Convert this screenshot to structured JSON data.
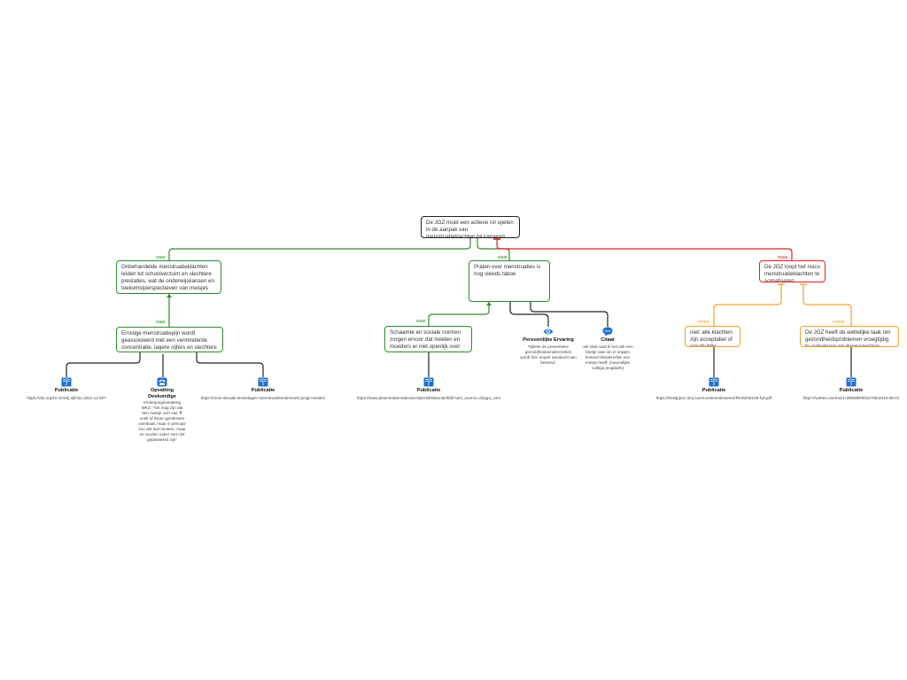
{
  "colors": {
    "supports": "#2e8b2e",
    "opposes": "#e02020",
    "qualifies": "#f0a030",
    "neutral": "#222222",
    "icon": "#1f6fd0"
  },
  "diagram": {
    "main_claim": "De JGZ moet een actieve rol spelen in de aanpak van menstruatieklachten bij jongeren.",
    "arg_left": {
      "tag": "waar",
      "text": "Onbehandelde menstruatieklachten leiden tot schoolverzuim en slechtere prestaties, wat de onderwijskansen en toekomstperspectieven van meisjes verkleint"
    },
    "arg_left_sub": {
      "tag": "waar",
      "text": "Ernstige menstruatiepijn wordt geassocieerd met een verminderde concentratie, lagere cijfers en slechtere schoolprestaties"
    },
    "arg_mid": {
      "tag": "waar",
      "text": "Praten over menstruaties is nog steeds taboe"
    },
    "arg_mid_sub": {
      "tag": "waar",
      "text": "Schaamte en sociale normen zorgen ervoor dat meiden en moeders er niet openlijk over spreken."
    },
    "arg_right": {
      "tag": "maar",
      "text": "De JGZ loopt het risico menstruatieklachten te somatiseren"
    },
    "arg_right_a": {
      "tag": "echter",
      "text": "niet: alle klachten zijn acceptabel of onschuldig"
    },
    "arg_right_b": {
      "tag": "echter",
      "text": "De JGZ heeft de wettelijke taak om gezondheidsproblemen vroegtijdig te signaleren en doorverwijzen"
    },
    "evidence": {
      "pub1": {
        "title": "Publicatie",
        "url": "https://doi.org/10.1016/j.ejfiche.2021.12.007"
      },
      "expert": {
        "title": "Opvatting Deskundige",
        "text": "Kinderjeugdverpleeg WKZ: \"het mag zijn dat één meisje zich niet 'ff' voelt of liever gymlessen overslaat, maar in principe zou dat niet moeten, maar ze zouden vaker niet niet gepasseerd zijn\""
      },
      "pub2": {
        "title": "Publicatie",
        "url": "https://mein-situatie.nl/uitslagen-menstruatieonderzoek-jonge-meiden"
      },
      "pub3": {
        "title": "Publicatie",
        "url": "https://www.plannetinternational.nl/pers/blinkende/blik?utm_source=dsrgpt_com"
      },
      "personal": {
        "title": "Persoonlijke Ervaring",
        "text": "Tijdens de preventieve gezondheidsonderzoeken wordt hier amper aandacht aan besteed."
      },
      "quote": {
        "title": "Citaat",
        "text": "'als stais wad ik het ook een beetje raar om in vragen hoeveel bloedverlies een meisje heeft' (mannelijke collega jeugdarts)"
      },
      "pub4": {
        "title": "Publicatie",
        "url": "https://beeijppen.lenj.com/content/uitvoeren/RIVM/26168-full.pdf"
      },
      "pub5": {
        "title": "Publicatie",
        "url": "https://wetten.overheid.nl/BWBR0024705/2016-08-01"
      }
    }
  }
}
